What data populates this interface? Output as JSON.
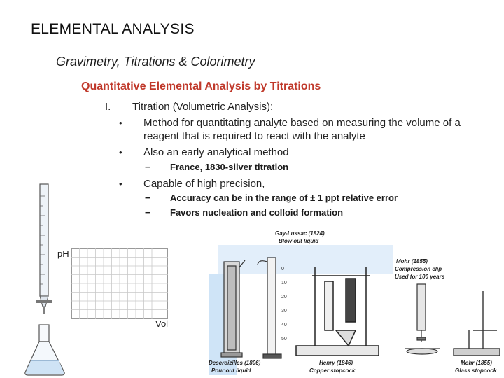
{
  "slide": {
    "title": "ELEMENTAL ANALYSIS",
    "subtitle": "Gravimetry, Titrations & Colorimetry",
    "heading": "Quantitative Elemental Analysis by Titrations",
    "heading_color": "#c0392b",
    "outline": {
      "marker": "I.",
      "text": "Titration (Volumetric Analysis):",
      "bullets": [
        {
          "marker": "•",
          "text": "Method for quantitating analyte based on measuring the volume of a reagent that is required to react with the analyte"
        },
        {
          "marker": "•",
          "text": "Also an early analytical method",
          "sub": [
            {
              "marker": "−",
              "text": "France, 1830-silver titration"
            }
          ]
        },
        {
          "marker": "•",
          "text": "Capable of high precision,",
          "sub": [
            {
              "marker": "−",
              "text": "Accuracy can be in the range of ± 1 ppt relative error"
            },
            {
              "marker": "−",
              "text": "Favors nucleation and colloid formation"
            }
          ]
        }
      ]
    }
  },
  "graph": {
    "ylabel": "pH",
    "xlabel": "Vol"
  },
  "illustration": {
    "captions": {
      "gay_lussac": [
        "Gay-Lussac (1824)",
        "Blow out liquid"
      ],
      "mohr_clip": [
        "Mohr (1855)",
        "Compression clip",
        "Used for 100 years"
      ],
      "descroizilles": [
        "Descroizilles (1806)",
        "Pour out liquid"
      ],
      "henry": [
        "Henry (1846)",
        "Copper stopcock"
      ],
      "mohr_glass": [
        "Mohr (1855)",
        "Glass stopcock"
      ]
    }
  },
  "icons": [
    "burette-icon",
    "flask-icon",
    "historical-burettes-image"
  ]
}
